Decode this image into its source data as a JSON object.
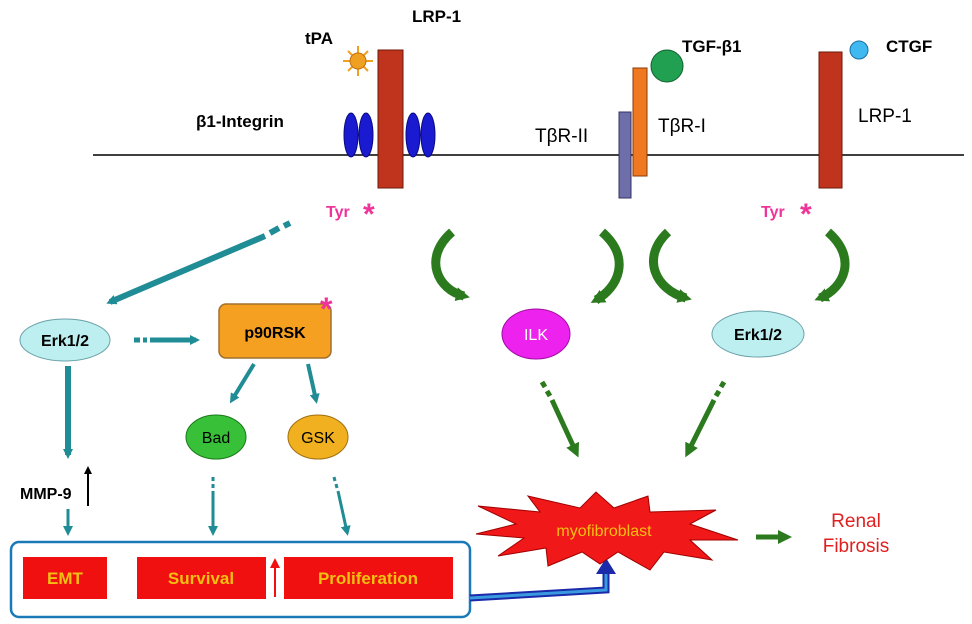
{
  "labels": {
    "lrp1_left": "LRP-1",
    "tpa": "tPA",
    "b1_integrin": "β1-Integrin",
    "tyr_left": "Tyr",
    "tgfb1": "TGF-β1",
    "tbr2": "TβR-II",
    "tbr1": "TβR-I",
    "ctgf": "CTGF",
    "lrp1_right": "LRP-1",
    "tyr_right": "Tyr",
    "erk_left": "Erk1/2",
    "p90rsk": "p90RSK",
    "bad": "Bad",
    "gsk": "GSK",
    "mmp9": "MMP-9",
    "emt": "EMT",
    "survival": "Survival",
    "proliferation": "Proliferation",
    "ilk": "ILK",
    "erk_right": "Erk1/2",
    "myofibroblast": "myofibroblast",
    "renal": "Renal",
    "fibrosis": "Fibrosis"
  },
  "colors": {
    "lrp1": "#C0341D",
    "integrin": "#1A1AD0",
    "tbr1": "#F07820",
    "tbr2": "#6E6EA8",
    "tgfb1": "#20A050",
    "ctgf": "#40B8F0",
    "tpa": "#F0A020",
    "teal_arrow": "#208C96",
    "green_arrow": "#2C7A1E",
    "erk_fill": "#BDEFF0",
    "p90rsk_fill": "#F5A020",
    "bad_fill": "#38C038",
    "gsk_fill": "#F0B020",
    "ilk_fill": "#EE22EE",
    "red_box": "#F01010",
    "star": "#EE3399",
    "myofibroblast_fill": "#F01818",
    "myofibroblast_text": "#F2C010",
    "renal_fibrosis_text": "#E02020"
  }
}
